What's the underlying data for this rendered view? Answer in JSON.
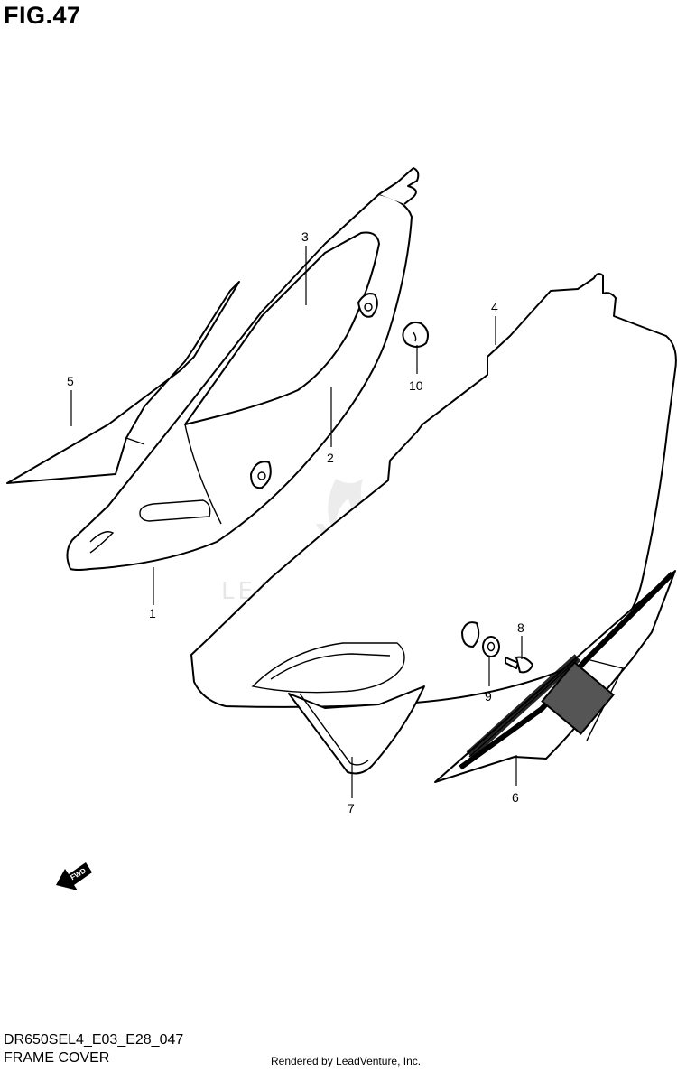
{
  "figure_title": "FIG.47",
  "diagram_code": "DR650SEL4_E03_E28_047",
  "caption": "FRAME COVER",
  "rendered_by": "Rendered by LeadVenture, Inc.",
  "watermark": "LEADVENTURE",
  "fwd_label": "FWD",
  "part_numbers": {
    "p1": "1",
    "p2": "2",
    "p3": "3",
    "p4": "4",
    "p5": "5",
    "p6": "6",
    "p7": "7",
    "p8": "8",
    "p9": "9",
    "p10": "10"
  }
}
